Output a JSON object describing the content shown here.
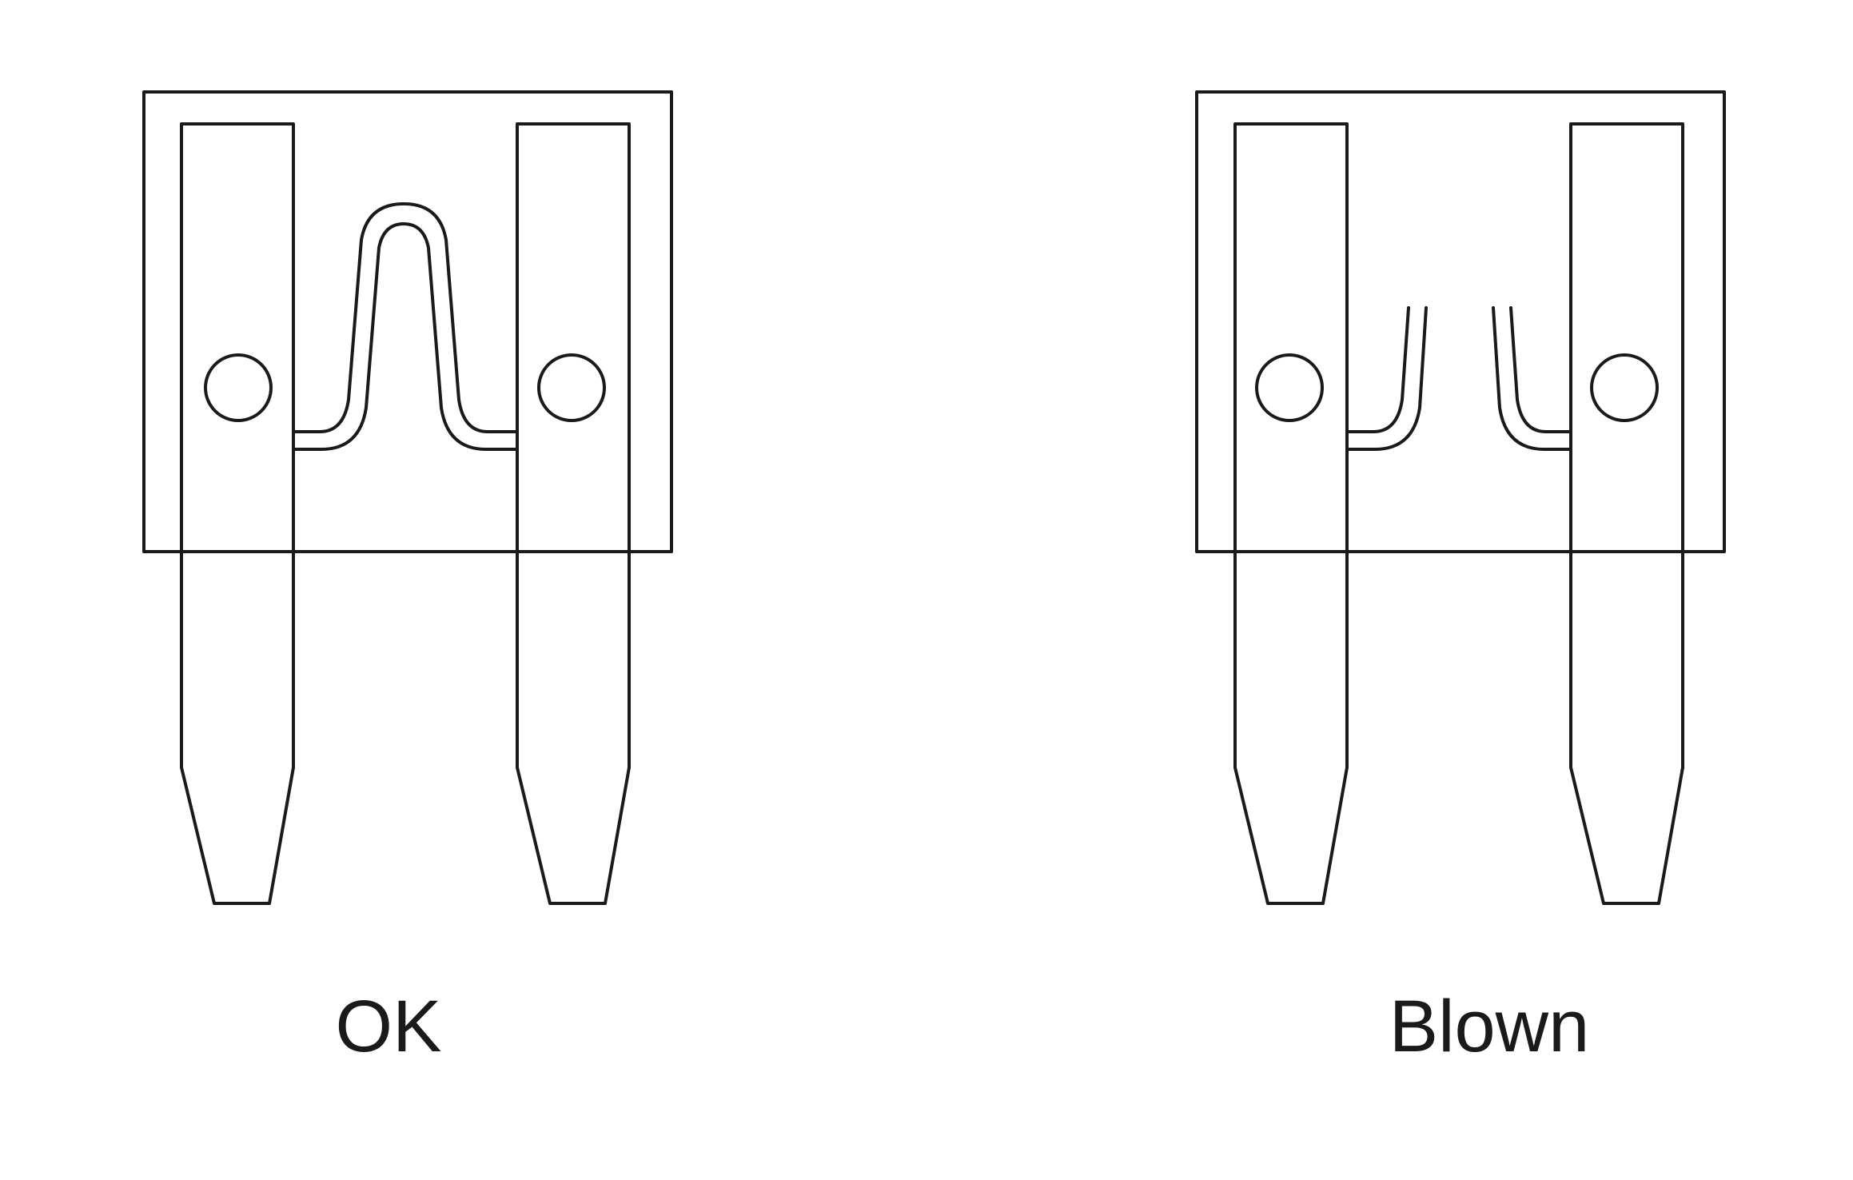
{
  "figures": [
    {
      "state": "intact",
      "caption": "OK"
    },
    {
      "state": "broken",
      "caption": "Blown"
    }
  ],
  "colors": {
    "line": "#1a1a1a",
    "background": "#ffffff"
  }
}
